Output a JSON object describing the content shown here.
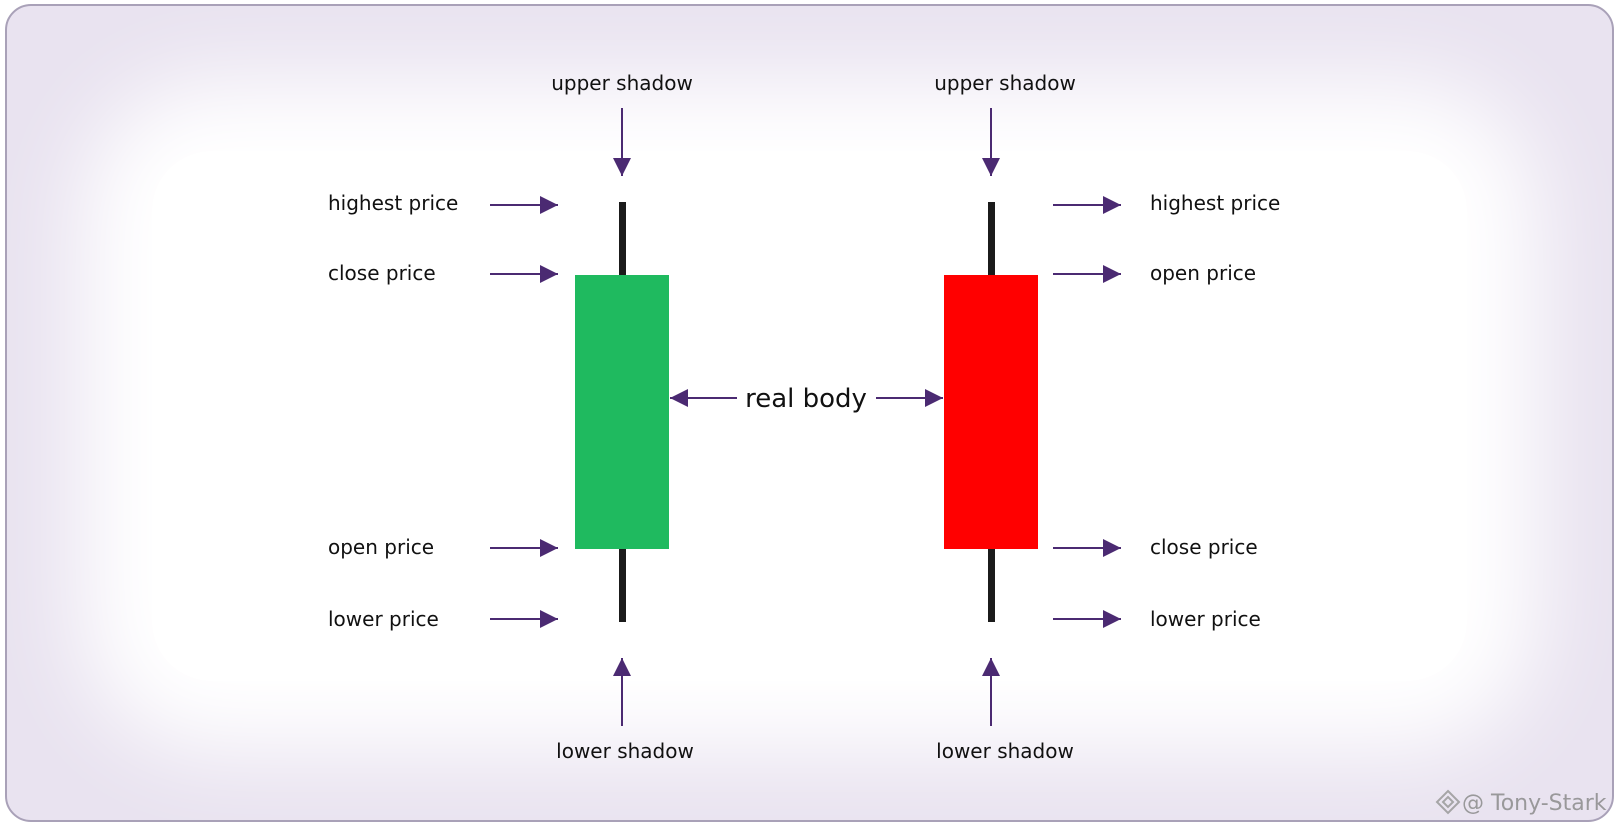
{
  "colors": {
    "bullish": "#1fba5f",
    "bearish": "#ff0000",
    "arrow": "#4b2a72",
    "wick": "#1b1b1b",
    "frame_border": "#a9a1b8"
  },
  "bullish_candle": {
    "upper_shadow": "upper shadow",
    "highest_price": "highest price",
    "close_price": "close price",
    "open_price": "open price",
    "lower_price": "lower price",
    "lower_shadow": "lower shadow"
  },
  "bearish_candle": {
    "upper_shadow": "upper shadow",
    "highest_price": "highest price",
    "open_price": "open price",
    "close_price": "close price",
    "lower_price": "lower price",
    "lower_shadow": "lower shadow"
  },
  "real_body": "real body",
  "watermark": {
    "text": "@ Tony-Stark",
    "icon": "binance-logo-icon"
  }
}
